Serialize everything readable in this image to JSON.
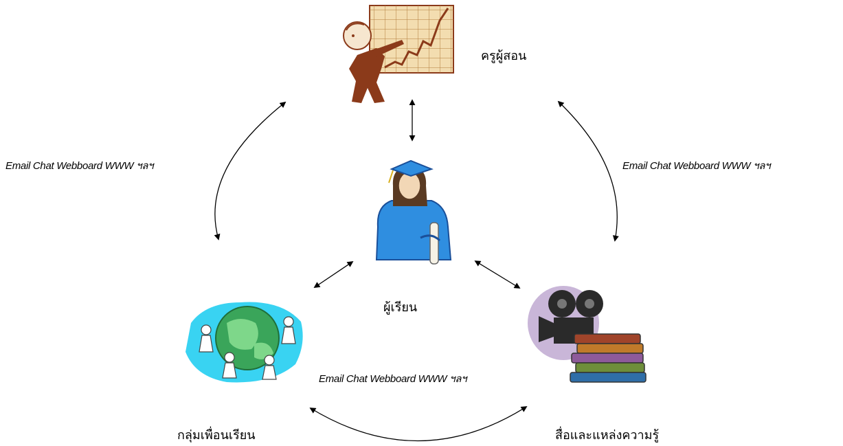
{
  "nodes": {
    "teacher": {
      "label": "ครูผู้สอน",
      "icon": "teacher-presenting-chart-icon"
    },
    "learner": {
      "label": "ผู้เรียน",
      "icon": "graduate-student-icon"
    },
    "peers": {
      "label": "กลุ่มเพื่อนเรียน",
      "icon": "people-around-globe-icon"
    },
    "resources": {
      "label": "สื่อและแหล่งความรู้",
      "icon": "books-and-film-camera-icon"
    }
  },
  "channels": {
    "left": "Email Chat Webboard WWW ฯลฯ",
    "right": "Email Chat Webboard WWW ฯลฯ",
    "bottom": "Email Chat Webboard WWW ฯลฯ"
  },
  "colors": {
    "arrow": "#000000",
    "teacher_fill": "#8b3a1a",
    "chart_bg": "#f3ddb0",
    "gown": "#2f8ee0",
    "globe": "#3aa55a",
    "sky": "#39d3f2",
    "camera": "#2a2a2a",
    "books": "#a0442a"
  }
}
